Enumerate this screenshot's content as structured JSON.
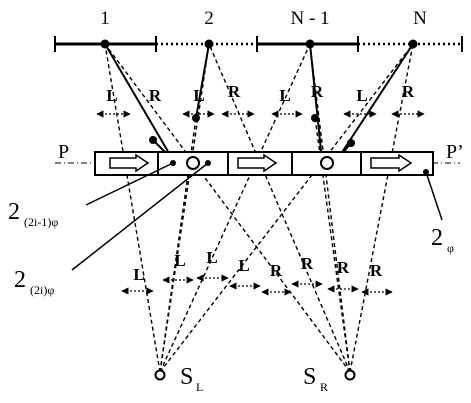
{
  "node_labels": [
    "1",
    "2",
    "N - 1",
    "N"
  ],
  "axis_labels": {
    "left": "P",
    "right": "P’"
  },
  "letters": {
    "left": "L",
    "right": "R"
  },
  "slab_labels": [
    {
      "base": "2",
      "sub": "(2i-1)φ"
    },
    {
      "base": "2",
      "sub": "(2i)φ"
    },
    {
      "base": "2",
      "sub": "φ"
    }
  ],
  "sources": [
    {
      "base": "S",
      "sub": "L"
    },
    {
      "base": "S",
      "sub": "R"
    }
  ]
}
